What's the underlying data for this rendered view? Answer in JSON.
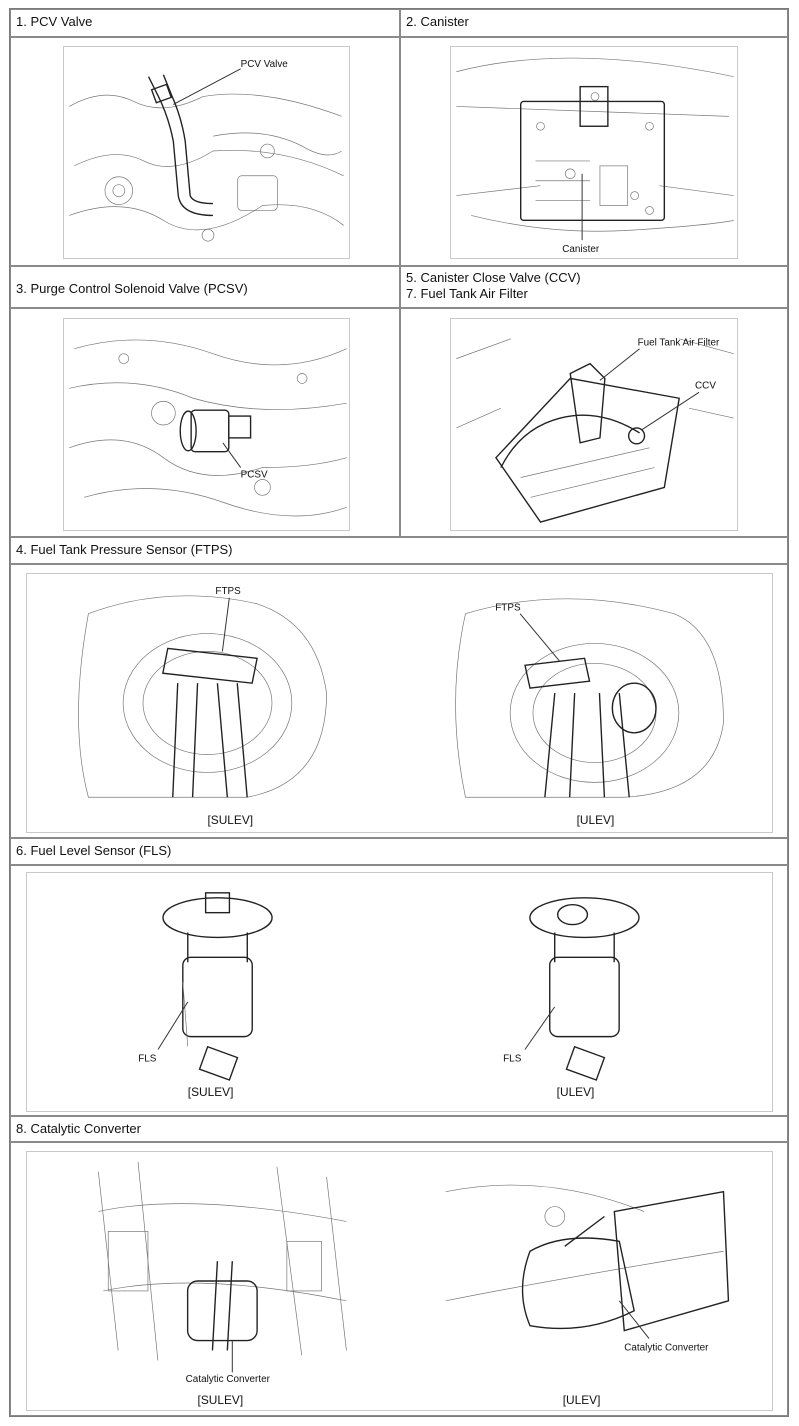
{
  "sections": {
    "pcv": {
      "title": "1. PCV Valve",
      "callout": "PCV Valve"
    },
    "canister": {
      "title": "2. Canister",
      "callout": "Canister"
    },
    "pcsv": {
      "title": "3. Purge Control Solenoid Valve (PCSV)",
      "callout": "PCSV"
    },
    "ccv": {
      "title_line1": "5. Canister Close Valve (CCV)",
      "title_line2": "7. Fuel Tank Air Filter",
      "callout_filter": "Fuel Tank Air Filter",
      "callout_ccv": "CCV"
    },
    "ftps": {
      "title": "4. Fuel Tank Pressure Sensor (FTPS)",
      "callout_left": "FTPS",
      "callout_right": "FTPS",
      "caption_left": "[SULEV]",
      "caption_right": "[ULEV]"
    },
    "fls": {
      "title": "6. Fuel Level Sensor (FLS)",
      "callout_left": "FLS",
      "callout_right": "FLS",
      "caption_left": "[SULEV]",
      "caption_right": "[ULEV]"
    },
    "cat": {
      "title": "8. Catalytic Converter",
      "callout_left": "Catalytic Converter",
      "callout_right": "Catalytic Converter",
      "caption_left": "[SULEV]",
      "caption_right": "[ULEV]"
    }
  }
}
